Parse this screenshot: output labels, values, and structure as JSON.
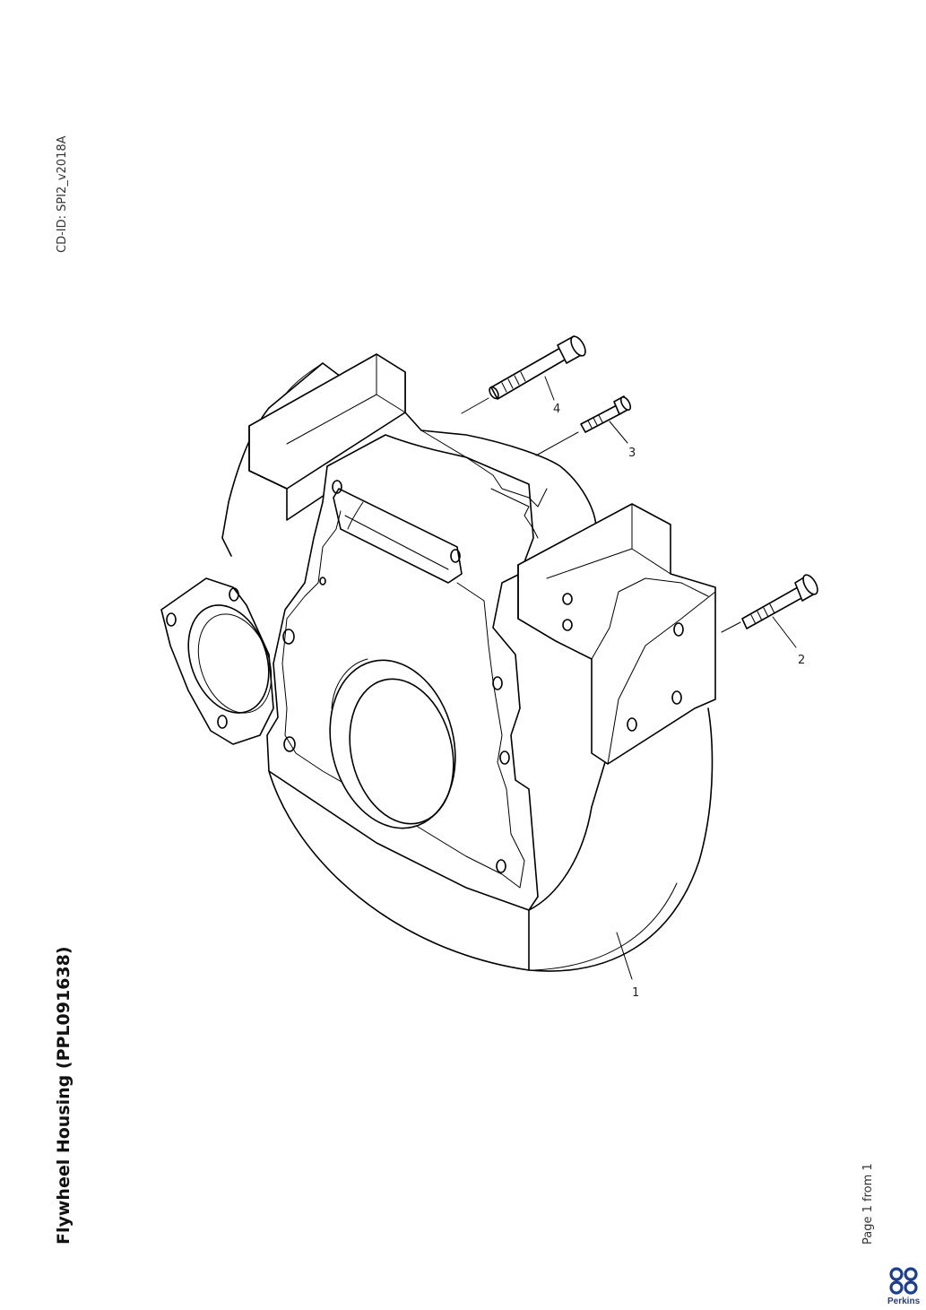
{
  "header": {
    "cd_id": "CD-ID: SPI2_v2018A"
  },
  "document": {
    "title": "Flywheel Housing (PPL091638)"
  },
  "footer": {
    "page_label": "Page 1 from 1"
  },
  "brand": {
    "name": "Perkins",
    "color": "#1d3f8f"
  },
  "callouts": [
    {
      "id": "callout-1",
      "label": "1"
    },
    {
      "id": "callout-2",
      "label": "2"
    },
    {
      "id": "callout-3",
      "label": "3"
    },
    {
      "id": "callout-4",
      "label": "4"
    }
  ]
}
